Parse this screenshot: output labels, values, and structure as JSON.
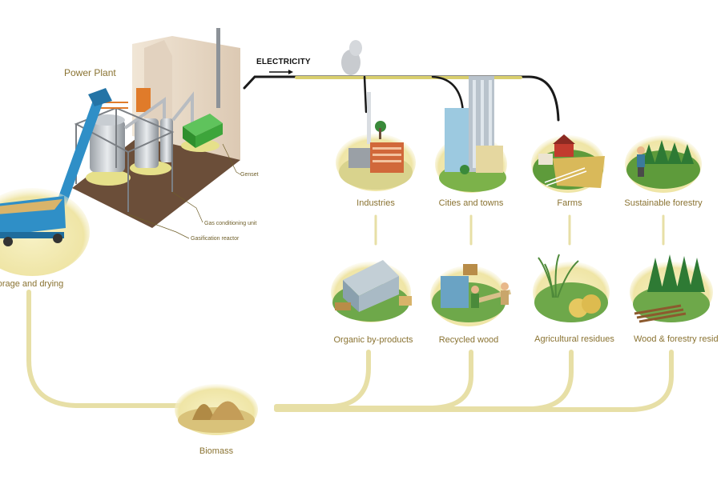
{
  "power_plant": {
    "title": "Power Plant",
    "components": {
      "genset": "Genset",
      "gas_conditioning": "Gas conditioning unit",
      "gasification_reactor": "Gasification reactor"
    }
  },
  "electricity_label": "ELECTRICITY",
  "storage_label": "orage and drying",
  "consumers": {
    "industries": "Industries",
    "cities": "Cities and towns",
    "farms": "Farms",
    "forestry": "Sustainable forestry"
  },
  "sources": {
    "organic": "Organic by-products",
    "recycled": "Recycled wood",
    "agricultural": "Agricultural residues",
    "wood_forestry": "Wood & forestry resid"
  },
  "biomass_label": "Biomass",
  "colors": {
    "label": "#8a7332",
    "flow_line": "#e7dfa6",
    "flow_fill": "#f2ecc6",
    "electricity_line": "#d9cf6e",
    "cable": "#1a1a1a",
    "building_wall": "#e8d9c8",
    "floor": "#6b4e39",
    "genset": "#3da53b",
    "conveyor": "#2f8fc7"
  }
}
